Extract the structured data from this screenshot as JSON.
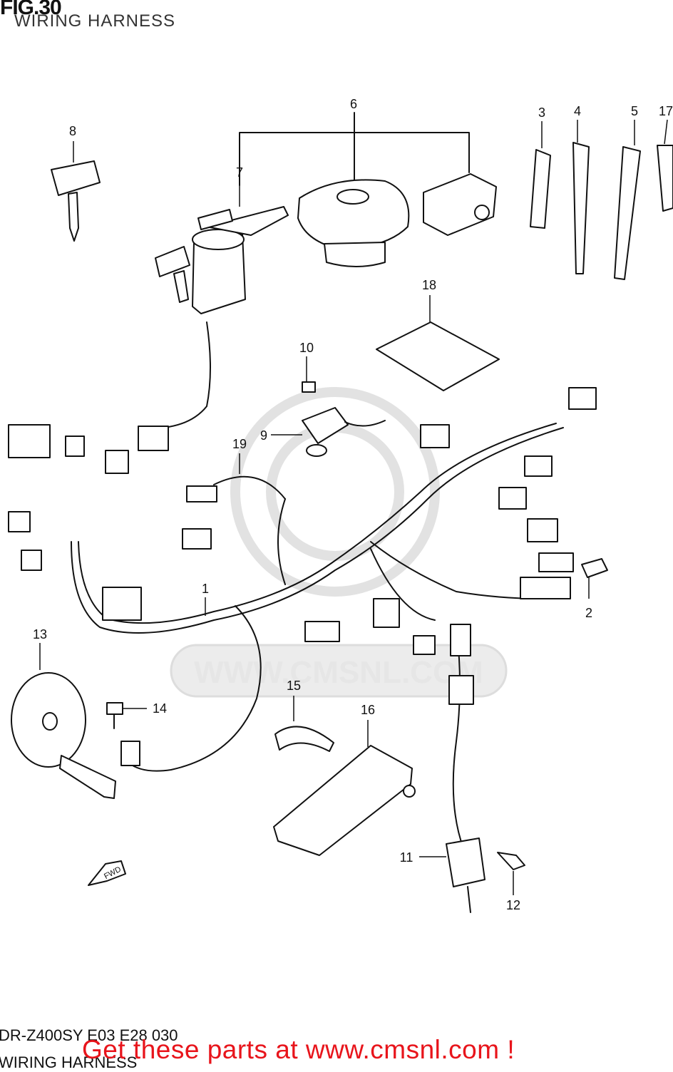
{
  "header": {
    "fig_label": "FIG.30",
    "title": "WIRING HARNESS"
  },
  "footer": {
    "model_code": "DR-Z400SY E03 E28 030",
    "subtitle": "WIRING HARNESS",
    "cta": "Get these parts at www.cmsnl.com !"
  },
  "watermark": {
    "text": "WWW.CMSNL.COM"
  },
  "fwd_arrow": {
    "label": "FWD"
  },
  "callouts": [
    {
      "id": "1",
      "label": "1"
    },
    {
      "id": "2",
      "label": "2"
    },
    {
      "id": "3",
      "label": "3"
    },
    {
      "id": "4",
      "label": "4"
    },
    {
      "id": "5",
      "label": "5"
    },
    {
      "id": "6",
      "label": "6"
    },
    {
      "id": "7",
      "label": "7"
    },
    {
      "id": "8",
      "label": "8"
    },
    {
      "id": "9",
      "label": "9"
    },
    {
      "id": "10",
      "label": "10"
    },
    {
      "id": "11",
      "label": "11"
    },
    {
      "id": "12",
      "label": "12"
    },
    {
      "id": "13",
      "label": "13"
    },
    {
      "id": "14",
      "label": "14"
    },
    {
      "id": "15",
      "label": "15"
    },
    {
      "id": "16",
      "label": "16"
    },
    {
      "id": "17",
      "label": "17"
    },
    {
      "id": "18",
      "label": "18"
    },
    {
      "id": "19",
      "label": "19"
    }
  ]
}
